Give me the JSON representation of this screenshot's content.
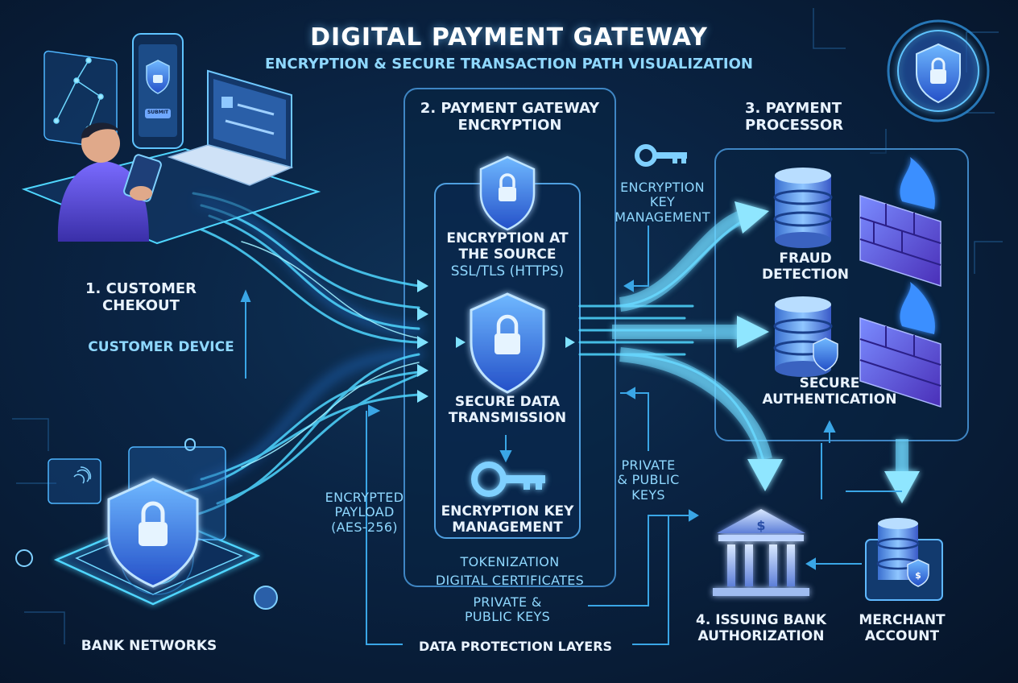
{
  "header": {
    "title": "DIGITAL PAYMENT GATEWAY",
    "subtitle": "ENCRYPTION & SECURE TRANSACTION PATH VISUALIZATION"
  },
  "steps": {
    "customer_checkout": "1. CUSTOMER\nCHEKOUT",
    "customer_device": "CUSTOMER DEVICE",
    "gateway_encryption": "2. PAYMENT GATEWAY\nENCRYPTION",
    "payment_processor": "3. PAYMENT\nPROCESSOR",
    "issuing_bank": "4. ISSUING BANK\nAUTHORIZATION",
    "merchant_account": "MERCHANT\nACCOUNT",
    "bank_networks": "BANK NETWORKS"
  },
  "gateway": {
    "encryption_at_source": "ENCRYPTION AT\nTHE SOURCE",
    "ssl_tls": "SSL/TLS (HTTPS)",
    "secure_data_transmission": "SECURE DATA\nTRANSMISSION",
    "encryption_key_management": "ENCRYPTION KEY\nMANAGEMENT",
    "tokenization": "TOKENIZATION",
    "digital_certificates": "DIGITAL CERTIFICATES",
    "private_public_keys": "PRIVATE &\nPUBLIC KEYS"
  },
  "side_labels": {
    "encryption_key_mgmt": "ENCRYPTION\nKEY\nMANAGEMENT",
    "private_public_keys": "PRIVATE\n& PUBLIC\nKEYS",
    "encrypted_payload": "ENCRYPTED\nPAYLOAD\n(AES-256)",
    "data_protection_layers": "DATA PROTECTION LAYERS"
  },
  "processor": {
    "fraud_detection": "FRAUD\nDETECTION",
    "secure_authentication": "SECURE\nAUTHENTICATION"
  },
  "device_button": "SUBMIT",
  "colors": {
    "background": "#07182e",
    "accent_cyan": "#4fd6ff",
    "glow_blue": "#2a8dff",
    "label_text": "#e9f3ff",
    "label_cyan": "#8fd8ff",
    "firewall_purple": "#5a4bd6"
  },
  "icons": [
    "shield-lock-icon",
    "key-icon",
    "database-icon",
    "firewall-icon",
    "bank-icon",
    "laptop-icon",
    "phone-icon",
    "person-icon",
    "fingerprint-icon",
    "arrow-icon"
  ]
}
